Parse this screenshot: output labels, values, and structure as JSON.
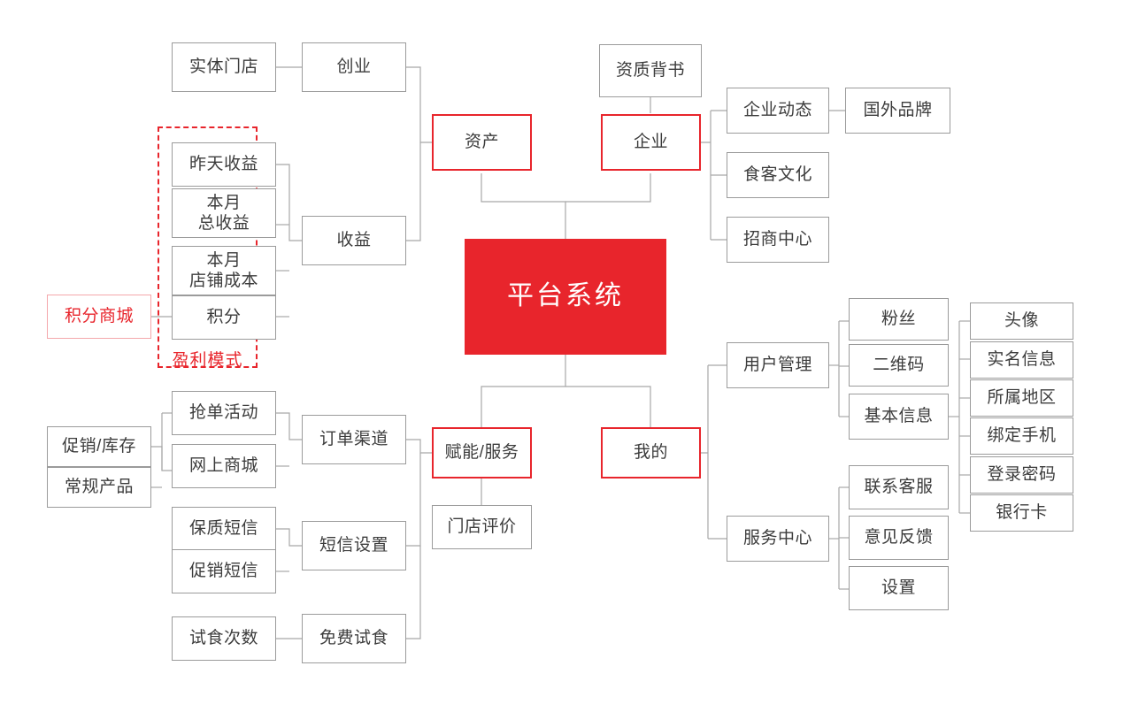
{
  "diagram": {
    "title": "平台系统",
    "type": "mindmap-tree",
    "colors": {
      "accent_red": "#e8252c",
      "box_border_gray": "#9b9b9b",
      "text_gray": "#3c3c3c",
      "pink_border": "#f4a7ab",
      "wire_gray": "#a8a8a8",
      "background": "#ffffff"
    },
    "root": {
      "label": "平台系统"
    },
    "groups": [
      {
        "label": "盈利模式",
        "style": "red-dashed"
      }
    ],
    "nodes": {
      "shiti_mendian": {
        "label": "实体门店"
      },
      "chuangye": {
        "label": "创业"
      },
      "zichan": {
        "label": "资产"
      },
      "zuotian_shouyi": {
        "label": "昨天收益"
      },
      "benyue_zong": {
        "label": "本月\n总收益"
      },
      "benyue_chengben": {
        "label": "本月\n店铺成本"
      },
      "jifen": {
        "label": "积分"
      },
      "jifen_shangcheng": {
        "label": "积分商城"
      },
      "shouyi": {
        "label": "收益"
      },
      "zizhi_beishu": {
        "label": "资质背书"
      },
      "qiye": {
        "label": "企业"
      },
      "qiye_dongtai": {
        "label": "企业动态"
      },
      "guowai_pinpai": {
        "label": "国外品牌"
      },
      "shike_wenhua": {
        "label": "食客文化"
      },
      "zhaoshang": {
        "label": "招商中心"
      },
      "cuxiao_kucun": {
        "label": "促销/库存"
      },
      "changgui_chanpin": {
        "label": "常规产品"
      },
      "qiangdan": {
        "label": "抢单活动"
      },
      "wangshang": {
        "label": "网上商城"
      },
      "dingdan_qudao": {
        "label": "订单渠道"
      },
      "funeng_fuwu": {
        "label": "赋能/服务"
      },
      "mendian_pingjia": {
        "label": "门店评价"
      },
      "baozhi_duanxin": {
        "label": "保质短信"
      },
      "cuxiao_duanxin": {
        "label": "促销短信"
      },
      "duanxin_shezhi": {
        "label": "短信设置"
      },
      "shishi_cishu": {
        "label": "试食次数"
      },
      "mianfei_shishi": {
        "label": "免费试食"
      },
      "wode": {
        "label": "我的"
      },
      "yonghu_guanli": {
        "label": "用户管理"
      },
      "fensi": {
        "label": "粉丝"
      },
      "erweima": {
        "label": "二维码"
      },
      "jiben_xinxi": {
        "label": "基本信息"
      },
      "touxiang": {
        "label": "头像"
      },
      "shiming_xinxi": {
        "label": "实名信息"
      },
      "suoshu_diqu": {
        "label": "所属地区"
      },
      "bangding_shouji": {
        "label": "绑定手机"
      },
      "denglu_mima": {
        "label": "登录密码"
      },
      "yinhangka": {
        "label": "银行卡"
      },
      "fuwu_zhongxin": {
        "label": "服务中心"
      },
      "lianxi_kefu": {
        "label": "联系客服"
      },
      "yijian_fankui": {
        "label": "意见反馈"
      },
      "shezhi": {
        "label": "设置"
      }
    },
    "edges": [
      [
        "shiti_mendian",
        "chuangye"
      ],
      [
        "chuangye",
        "zichan"
      ],
      [
        "shouyi",
        "zichan"
      ],
      [
        "zuotian_shouyi",
        "shouyi"
      ],
      [
        "benyue_zong",
        "shouyi"
      ],
      [
        "benyue_chengben",
        "shouyi"
      ],
      [
        "jifen",
        "shouyi"
      ],
      [
        "jifen_shangcheng",
        "jifen"
      ],
      [
        "zichan",
        "root"
      ],
      [
        "qiye",
        "root"
      ],
      [
        "zizhi_beishu",
        "qiye"
      ],
      [
        "qiye",
        "qiye_dongtai"
      ],
      [
        "qiye",
        "shike_wenhua"
      ],
      [
        "qiye",
        "zhaoshang"
      ],
      [
        "qiye_dongtai",
        "guowai_pinpai"
      ],
      [
        "cuxiao_kucun",
        "qiangdan"
      ],
      [
        "changgui_chanpin",
        "wangshang"
      ],
      [
        "qiangdan",
        "dingdan_qudao"
      ],
      [
        "wangshang",
        "dingdan_qudao"
      ],
      [
        "dingdan_qudao",
        "funeng_fuwu"
      ],
      [
        "mendian_pingjia",
        "funeng_fuwu"
      ],
      [
        "baozhi_duanxin",
        "duanxin_shezhi"
      ],
      [
        "cuxiao_duanxin",
        "duanxin_shezhi"
      ],
      [
        "duanxin_shezhi",
        "funeng_fuwu"
      ],
      [
        "shishi_cishu",
        "mianfei_shishi"
      ],
      [
        "mianfei_shishi",
        "funeng_fuwu"
      ],
      [
        "funeng_fuwu",
        "root"
      ],
      [
        "wode",
        "root"
      ],
      [
        "wode",
        "yonghu_guanli"
      ],
      [
        "wode",
        "fuwu_zhongxin"
      ],
      [
        "yonghu_guanli",
        "fensi"
      ],
      [
        "yonghu_guanli",
        "erweima"
      ],
      [
        "yonghu_guanli",
        "jiben_xinxi"
      ],
      [
        "jiben_xinxi",
        "touxiang"
      ],
      [
        "jiben_xinxi",
        "shiming_xinxi"
      ],
      [
        "jiben_xinxi",
        "suoshu_diqu"
      ],
      [
        "jiben_xinxi",
        "bangding_shouji"
      ],
      [
        "jiben_xinxi",
        "denglu_mima"
      ],
      [
        "jiben_xinxi",
        "yinhangka"
      ],
      [
        "fuwu_zhongxin",
        "lianxi_kefu"
      ],
      [
        "fuwu_zhongxin",
        "yijian_fankui"
      ],
      [
        "fuwu_zhongxin",
        "shezhi"
      ]
    ]
  }
}
